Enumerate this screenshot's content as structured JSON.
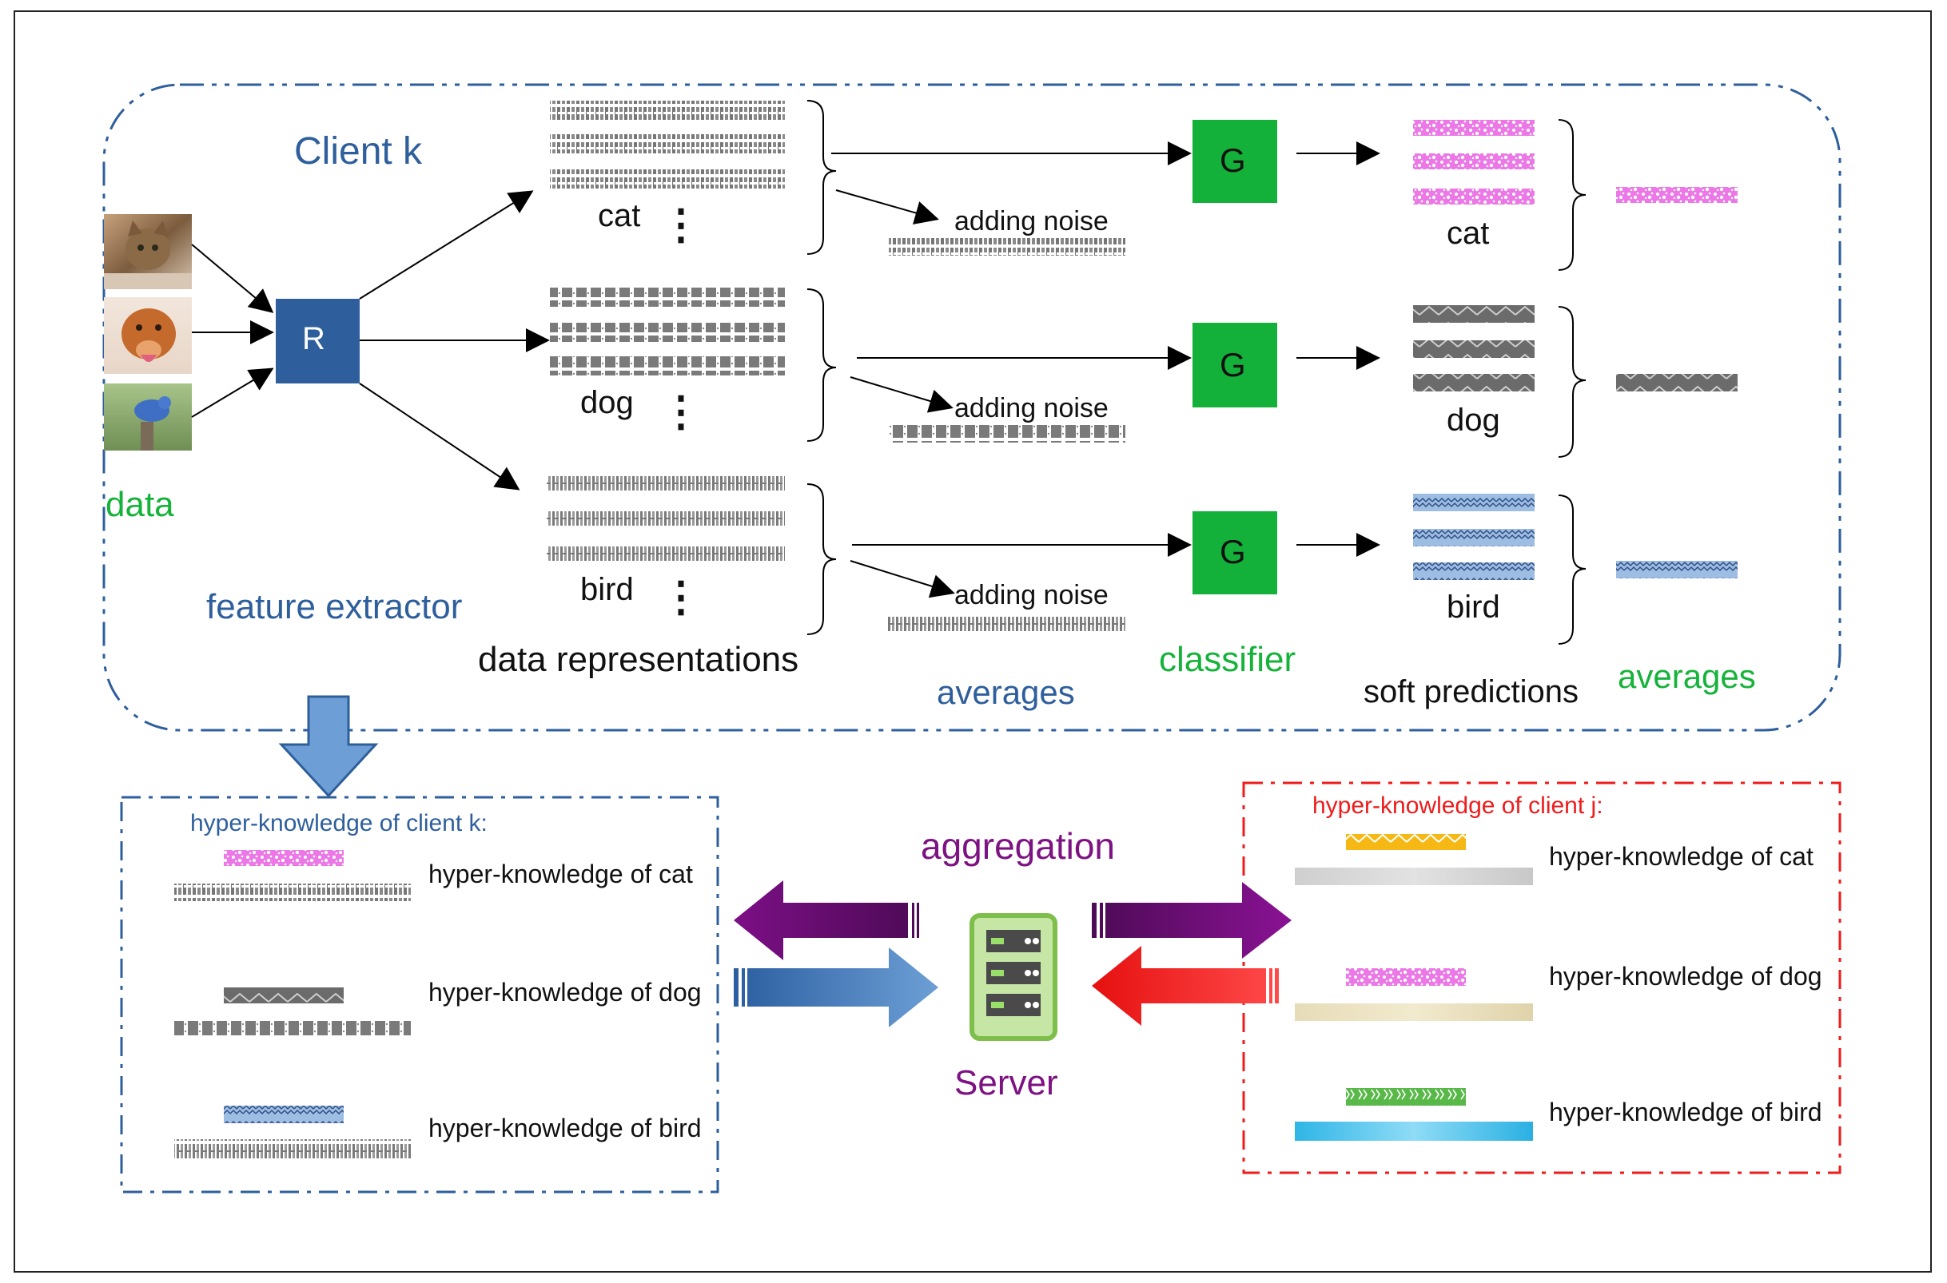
{
  "client": {
    "title": "Client k",
    "data_label": "data",
    "feature_extractor_label": "feature extractor",
    "feature_extractor_letter": "R",
    "classifier_letter": "G",
    "data_representations_label": "data representations",
    "averages_label_1": "averages",
    "classifier_label": "classifier",
    "soft_predictions_label": "soft predictions",
    "averages_label_2": "averages",
    "rows": [
      {
        "class": "cat",
        "noise_label": "adding noise",
        "pred_label": "cat",
        "dots": "⋮"
      },
      {
        "class": "dog",
        "noise_label": "adding noise",
        "pred_label": "dog",
        "dots": "⋮"
      },
      {
        "class": "bird",
        "noise_label": "adding noise",
        "pred_label": "bird",
        "dots": "⋮"
      }
    ]
  },
  "hk_client_k": {
    "title": "hyper-knowledge of client k:",
    "items": [
      "hyper-knowledge of cat",
      "hyper-knowledge of dog",
      "hyper-knowledge of bird"
    ]
  },
  "server": {
    "aggregation_label": "aggregation",
    "label": "Server"
  },
  "hk_client_j": {
    "title": "hyper-knowledge of client j:",
    "items": [
      "hyper-knowledge of cat",
      "hyper-knowledge of dog",
      "hyper-knowledge of bird"
    ]
  },
  "colors": {
    "client_blue": "#2e5f9c",
    "classifier_green": "#13b13a",
    "aggregation_purple": "#7d1283",
    "client_j_red": "#ee1c1c",
    "cat_magenta": "#e85ee0",
    "dog_gray": "#6a6a6a",
    "bird_blue": "#8fb3dc"
  },
  "icons": [
    "cat-photo",
    "dog-photo",
    "bird-photo",
    "server-icon",
    "arrow-icon",
    "brace-icon",
    "block-arrow-icon"
  ]
}
